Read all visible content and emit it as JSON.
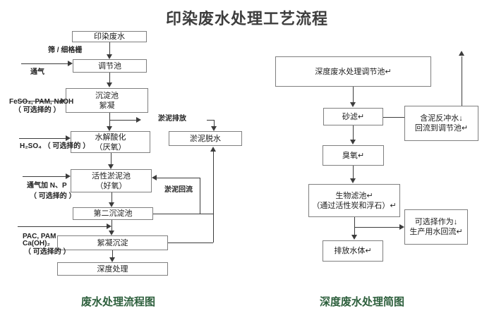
{
  "title": "印染废水处理工艺流程",
  "colors": {
    "caption_green": "#2d5f3c",
    "line": "#3c3c3c",
    "box_border": "#7f7f7f"
  },
  "left": {
    "caption": "废水处理流程图",
    "nodes": {
      "dyeing": "印染废水",
      "regulating": "调节池",
      "sediment_1": "沉淀池",
      "sediment_2": "絮凝",
      "hydrolysis_1": "水解酸化",
      "hydrolysis_2": "（厌氧）",
      "activated_1": "活性淤泥池",
      "activated_2": "（好氧）",
      "secondary": "第二沉淀池",
      "flocculation": "絮凝沉淀",
      "advanced": "深度处理",
      "dewatering": "淤泥脱水"
    },
    "labels": {
      "screen": "筛 / 细格栅",
      "aeration": "通气",
      "feso4": "FeSO₄, PAM, NaOH",
      "optional_1": "（ 可选择的 ）",
      "h2so4": "H₂SO₄ （ 可选择的 ）",
      "aeration_np": "通气加 N、P",
      "optional_2": "（ 可选择的 ）",
      "pac_pam": "PAC, PAM",
      "caoh2": "Ca(OH)₂",
      "optional_3": "（ 可选择的 ）",
      "sludge_discharge": "淤泥排放",
      "sludge_return": "淤泥回流"
    }
  },
  "right": {
    "caption": "深度废水处理简图",
    "nodes": {
      "regulating": "深度废水处理调节池↵",
      "sand_filter": "砂滤↵",
      "backwash_1": "含泥反冲水↓",
      "backwash_2": "回流到调节池↵",
      "ozone": "臭氧↵",
      "biofilter_1": "生物滤池↵",
      "biofilter_2": "（通过活性炭和浮石）↵",
      "reuse_1": "可选择作为↓",
      "reuse_2": "生产用水回流↵",
      "discharge": "排放水体↵"
    }
  }
}
